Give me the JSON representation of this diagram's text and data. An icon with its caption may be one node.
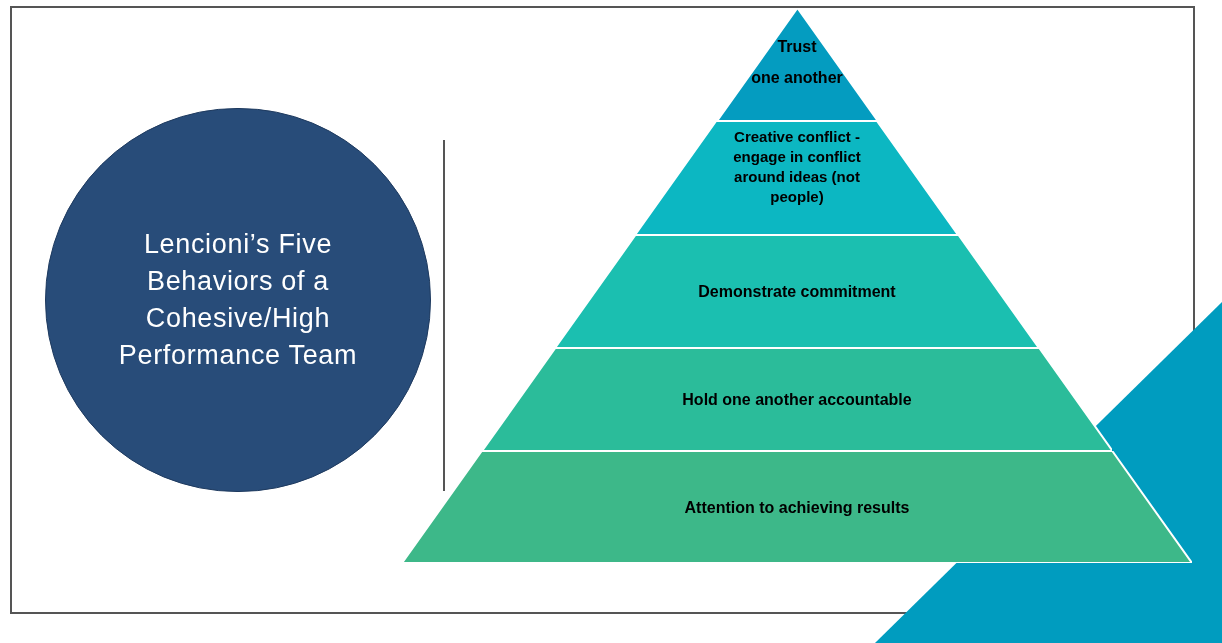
{
  "diagram": {
    "nodes": [
      {
        "text": [
          "Lencioni’s Five Behaviors of a Cohesive/High Performance Team"
        ]
      },
      {
        "text": [
          "Trust",
          "one another"
        ]
      },
      {
        "text": [
          "Creative conflict - engage in conflict around ideas (not people)"
        ]
      },
      {
        "text": [
          "Demonstrate commitment"
        ]
      },
      {
        "text": [
          "Hold one another accountable"
        ]
      },
      {
        "text": [
          "Attention to achieving results"
        ]
      }
    ]
  }
}
